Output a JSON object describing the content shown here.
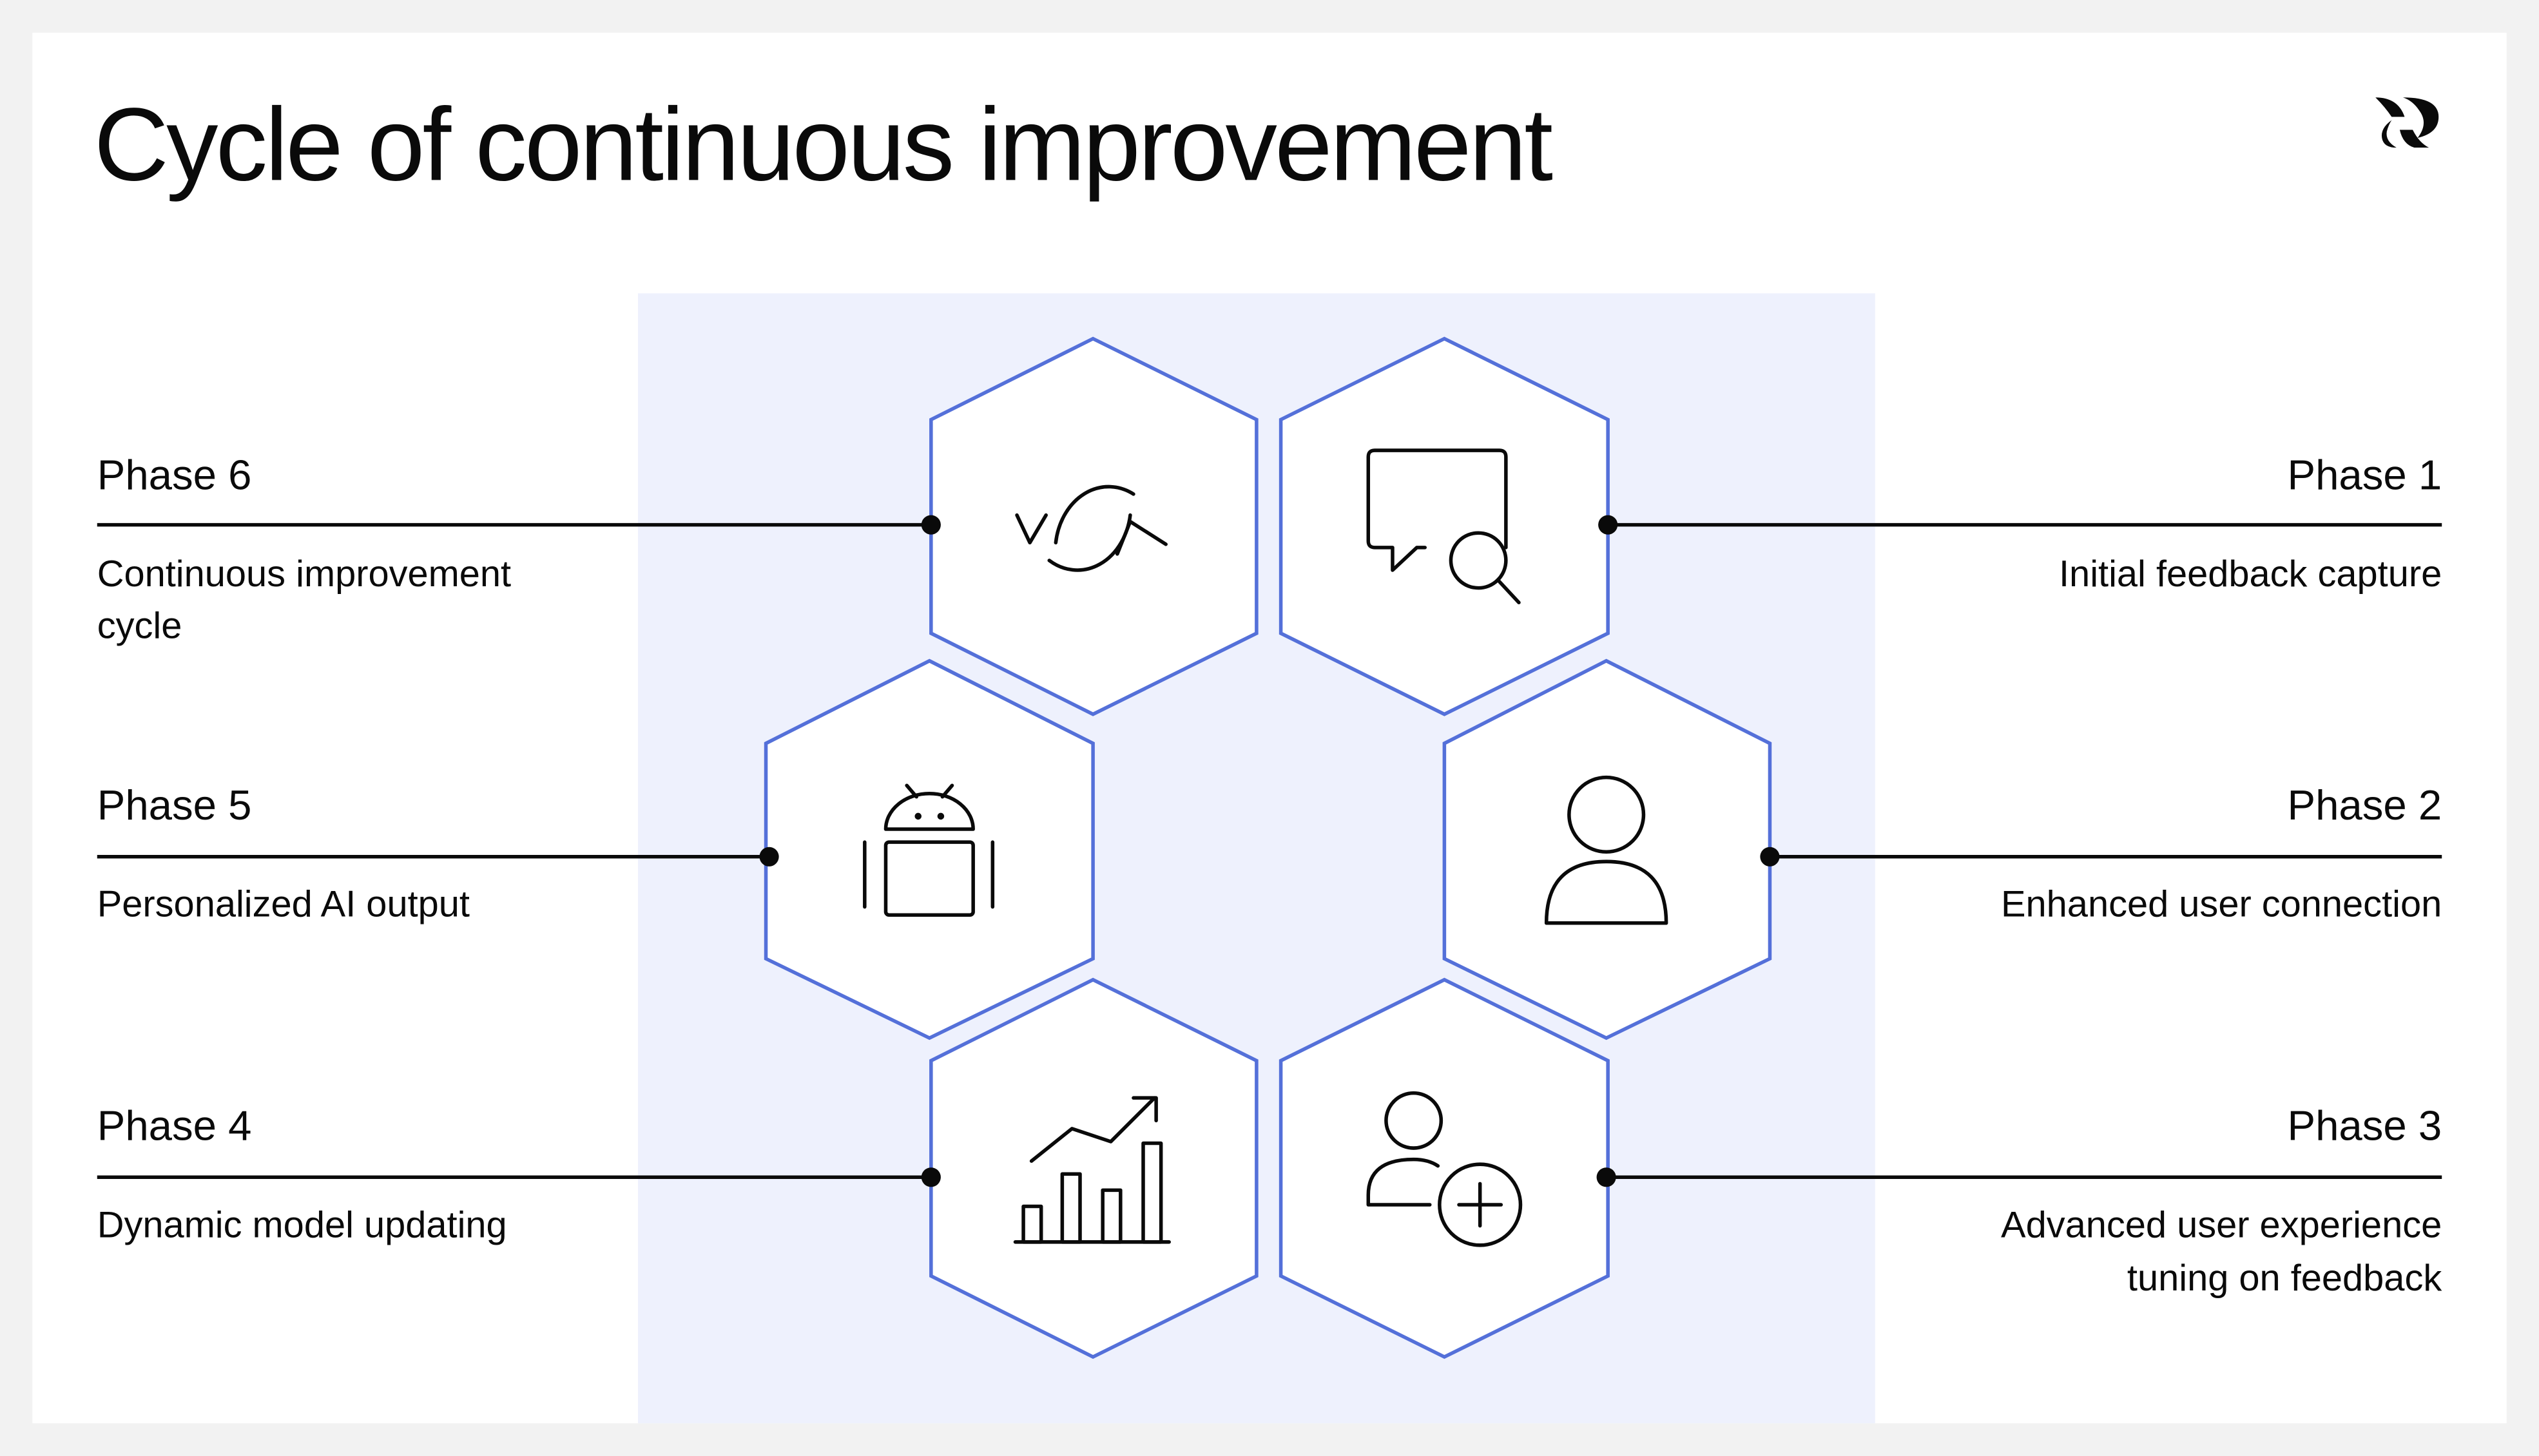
{
  "title": "Cycle of continuous improvement",
  "logo": "brand-logo",
  "colors": {
    "accent": "#5470d9",
    "panel": "#eef1fd",
    "text": "#0a0a0a"
  },
  "phases": [
    {
      "label": "Phase 1",
      "desc": [
        "Initial feedback capture"
      ],
      "icon": "chat-search-icon"
    },
    {
      "label": "Phase 2",
      "desc": [
        "Enhanced user connection"
      ],
      "icon": "user-icon"
    },
    {
      "label": "Phase 3",
      "desc": [
        "Advanced user experience",
        "tuning on feedback"
      ],
      "icon": "add-user-icon"
    },
    {
      "label": "Phase 4",
      "desc": [
        "Dynamic model updating"
      ],
      "icon": "growth-chart-icon"
    },
    {
      "label": "Phase 5",
      "desc": [
        "Personalized AI output"
      ],
      "icon": "android-robot-icon"
    },
    {
      "label": "Phase 6",
      "desc": [
        "Continuous improvement",
        "cycle"
      ],
      "icon": "refresh-cycle-icon"
    }
  ]
}
